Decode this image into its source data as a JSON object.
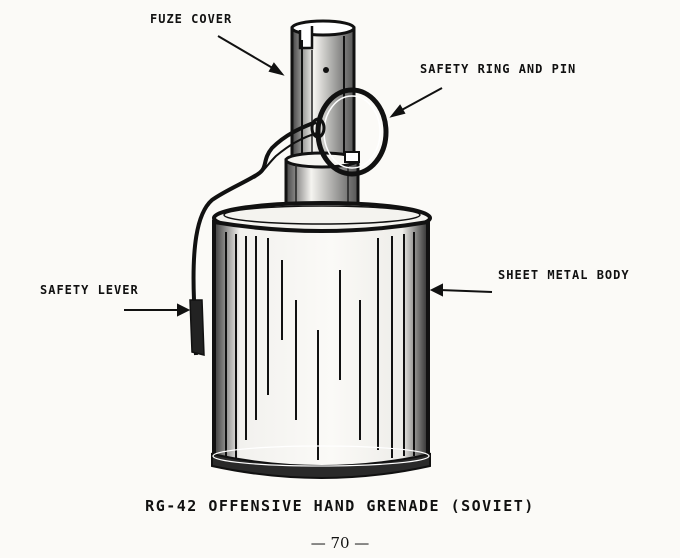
{
  "labels": {
    "fuze_cover": "FUZE COVER",
    "safety_ring": "SAFETY RING AND PIN",
    "safety_lever": "SAFETY LEVER",
    "sheet_metal_body": "SHEET METAL BODY"
  },
  "caption": "RG-42 OFFENSIVE HAND GRENADE (SOVIET)",
  "page_number": "— 70 —"
}
